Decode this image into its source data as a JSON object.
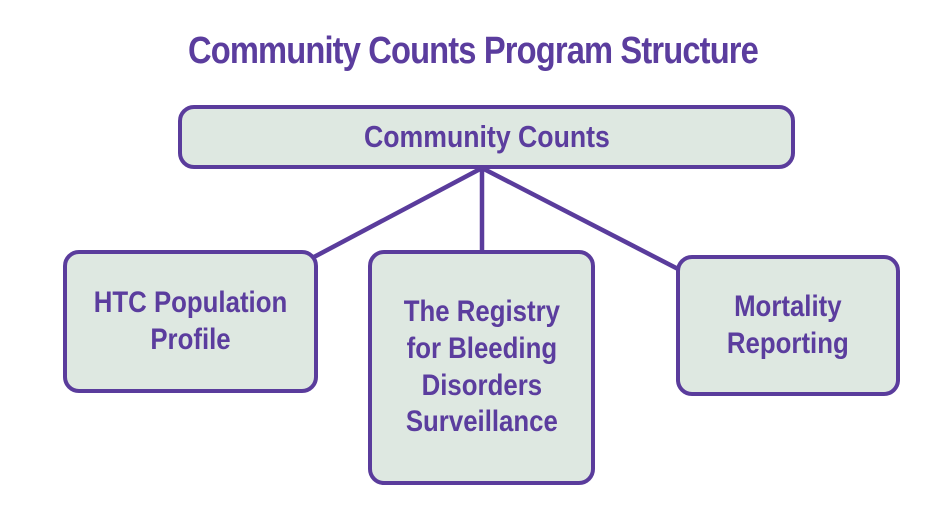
{
  "title": "Community Counts Program Structure",
  "root": {
    "label": "Community Counts"
  },
  "children": [
    {
      "label": "HTC Population\nProfile"
    },
    {
      "label": "The Registry\nfor Bleeding\nDisorders\nSurveillance"
    },
    {
      "label": "Mortality\nReporting"
    }
  ],
  "colors": {
    "stroke": "#5a3c9c",
    "text": "#5b3d9e",
    "box_fill": "#dee8e1",
    "background": "#ffffff"
  }
}
